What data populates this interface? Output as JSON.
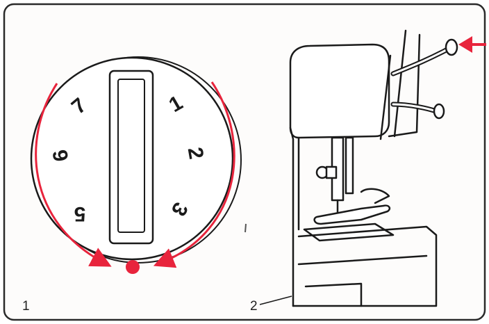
{
  "panel1": {
    "label": "1",
    "dial_numbers": [
      "1",
      "2",
      "3",
      "5",
      "6",
      "7"
    ]
  },
  "panel2": {
    "label": "2"
  },
  "colors": {
    "accent": "#e8243c",
    "ink": "#1a1a1a",
    "paper": "#fdfcfb",
    "frame": "#2a2a2a"
  },
  "icons": {
    "arrow_left": "left-arrow-icon",
    "arrow_right": "right-arrow-icon",
    "indicator_dot": "red-dot-icon",
    "pointer_arrow": "pointer-arrow-icon"
  }
}
